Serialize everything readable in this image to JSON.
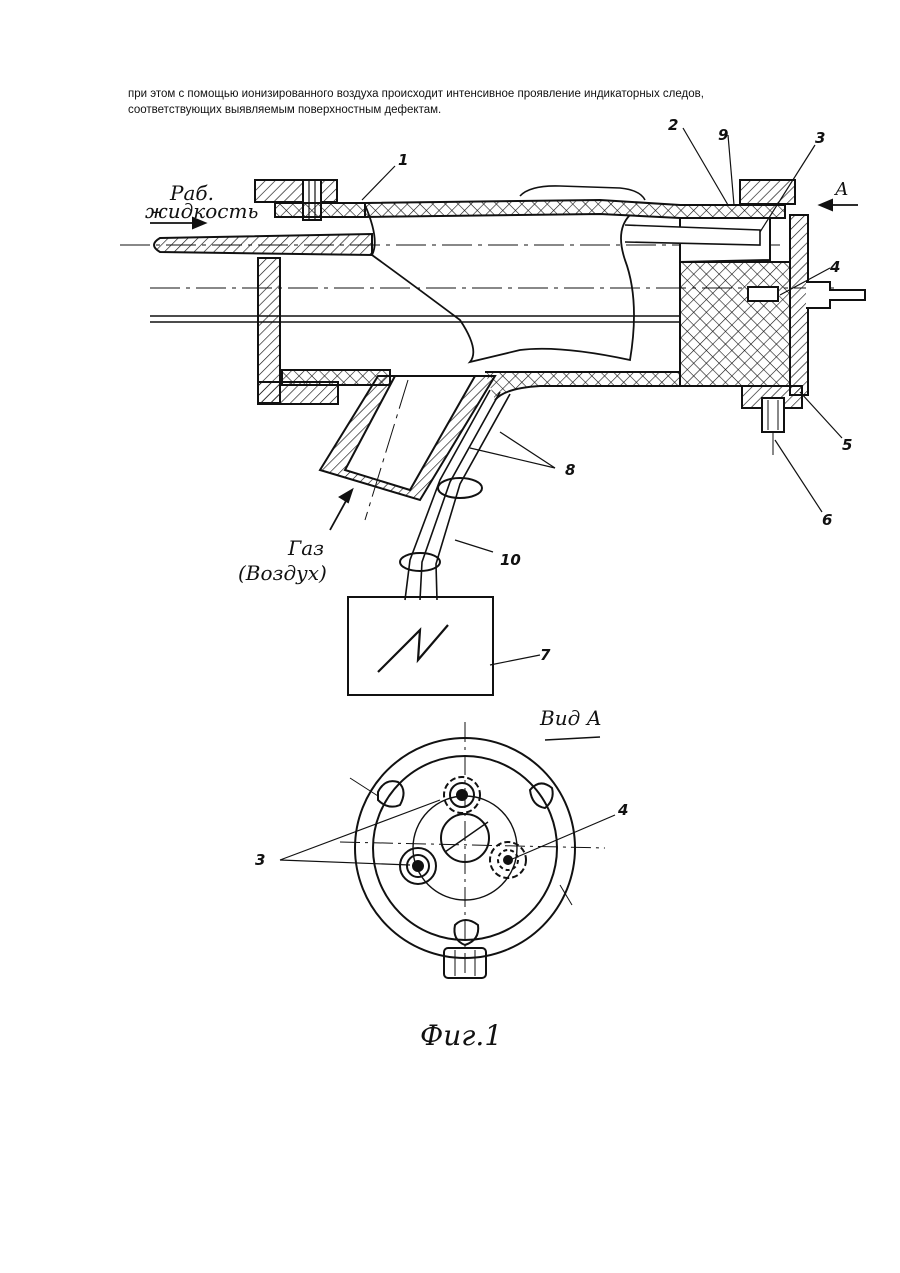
{
  "text": {
    "line1": "при этом с помощью ионизированного воздуха происходит интенсивное проявление индикаторных следов,",
    "line2": "соответствующих выявляемым поверхностным дефектам."
  },
  "figure": {
    "labels": {
      "fluid_line1": "Раб.",
      "fluid_line2": "жидкость",
      "gas_line1": "Газ",
      "gas_line2": "(Воздух)",
      "arrow_a": "А",
      "view_a": "Вид А",
      "caption": "Фиг.1"
    },
    "numbers": {
      "n1": "1",
      "n2": "2",
      "n3": "3",
      "n4": "4",
      "n5": "5",
      "n6": "6",
      "n7": "7",
      "n8": "8",
      "n9": "9",
      "n10": "10",
      "v3": "3",
      "v4": "4"
    }
  }
}
